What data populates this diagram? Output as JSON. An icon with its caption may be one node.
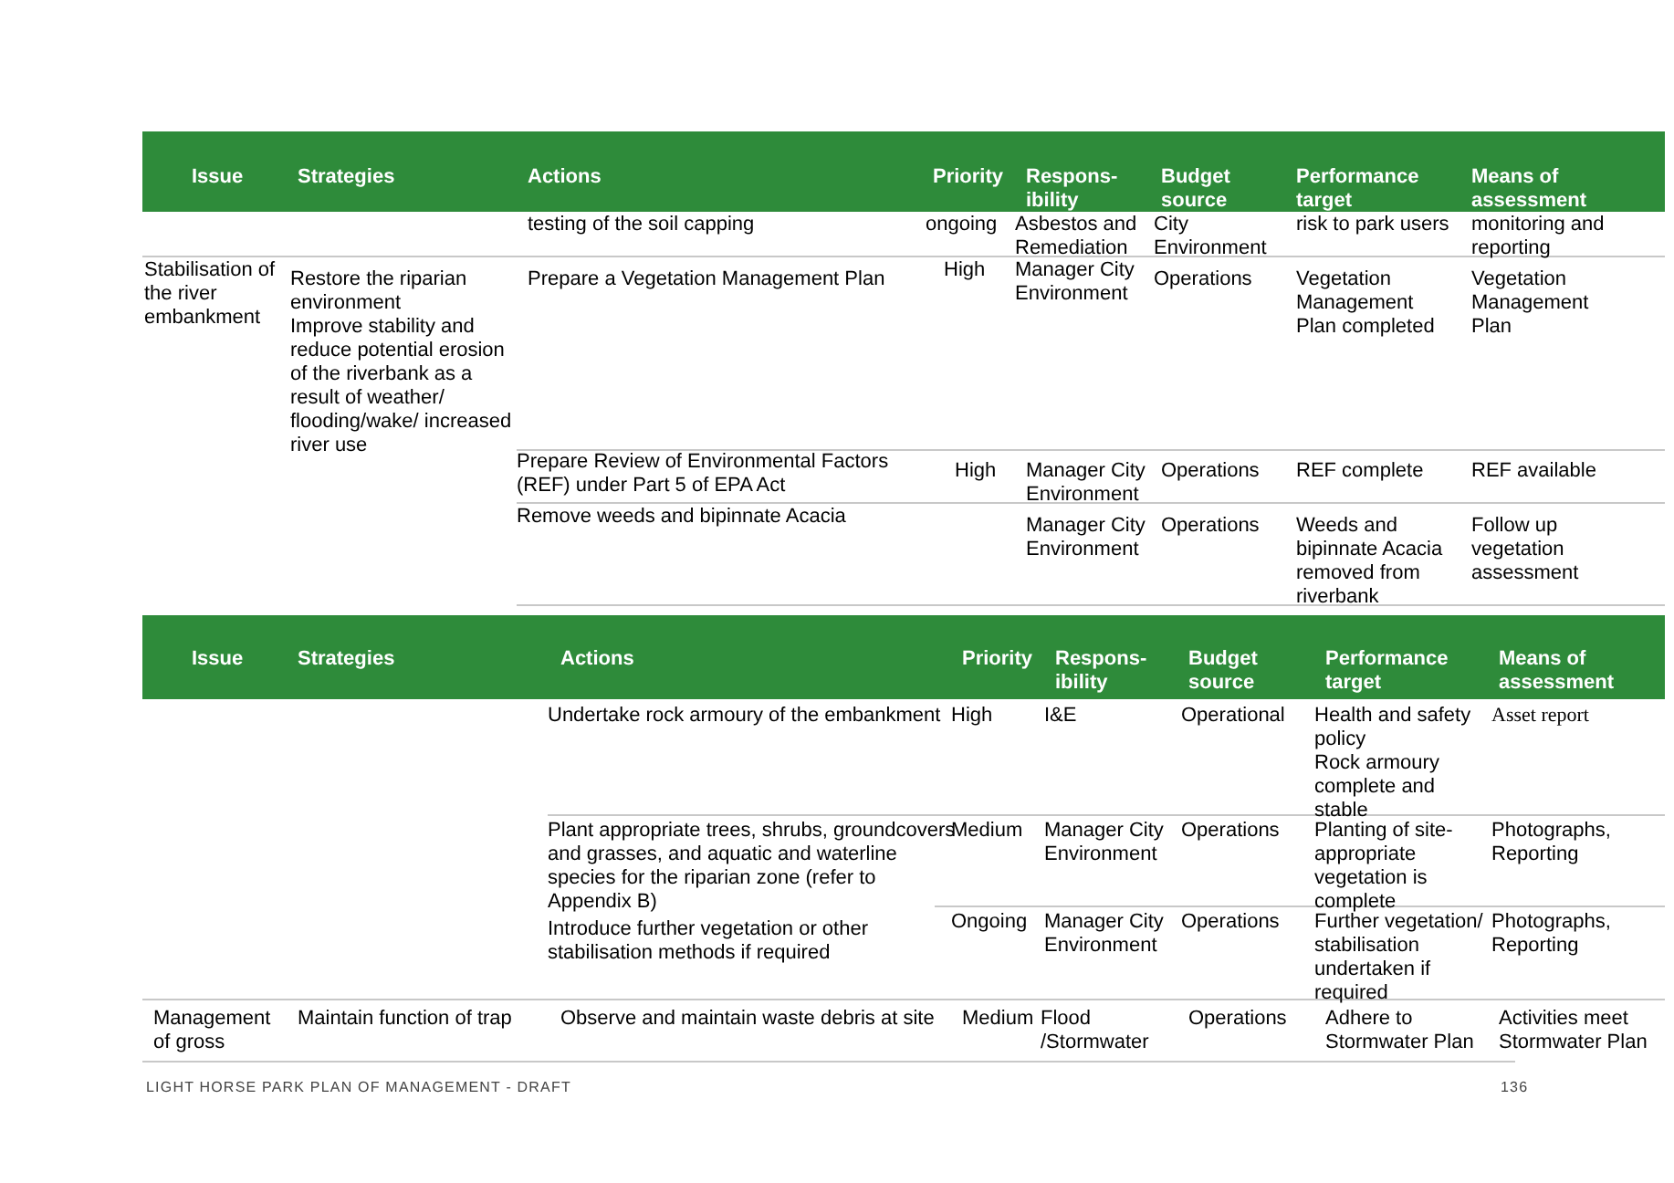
{
  "diagram": {
    "labels": [
      "Issue",
      "Strategies",
      "Actions",
      "Priority",
      "Respons-ibility",
      "Budget source",
      "Performance target",
      "Means of assessment",
      "testing of the soil capping",
      "ongoing",
      "Asbestos and Remediation",
      "City Environment",
      "risk to park users",
      "monitoring and reporting",
      "Stabilisation of the river embankment",
      "Restore the riparian environment",
      "Improve stability and reduce potential erosion of the riverbank as a result of weather/ flooding/wake/ increased river use",
      "Prepare a Vegetation Management Plan",
      "High",
      "Manager City Environment",
      "Operations",
      "Vegetation Management Plan completed",
      "Vegetation Management Plan",
      "Prepare Review of Environmental Factors (REF) under Part 5 of EPA Act",
      "High",
      "Manager City Environment",
      "Operations",
      "REF complete",
      "REF available",
      "Remove weeds and bipinnate Acacia",
      "Manager City Environment",
      "Operations",
      "Weeds and bipinnate Acacia removed from riverbank",
      "Follow up vegetation assessment",
      "Issue",
      "Strategies",
      "Actions",
      "Priority",
      "Respons-ibility",
      "Budget source",
      "Performance target",
      "Means of assessment",
      "Undertake rock armoury of the embankment",
      "High",
      "I&E",
      "Operational",
      "Health and safety policy",
      "Rock armoury complete and stable",
      "Asset report",
      "Plant appropriate trees, shrubs, groundcovers and grasses, and aquatic and waterline species for the riparian zone (refer to Appendix B)",
      "Medium",
      "Manager City Environment",
      "Operations",
      "Planting of site-appropriate vegetation is complete",
      "Photographs, Reporting",
      "Introduce further vegetation or other stabilisation methods if required",
      "Ongoing",
      "Manager City Environment",
      "Operations",
      "Further vegetation/ stabilisation undertaken if required",
      "Photographs, Reporting",
      "Management of gross",
      "Maintain function of trap",
      "Observe and maintain waste debris at site",
      "Medium",
      "Flood /Stormwater",
      "Operations",
      "Adhere to Stormwater Plan",
      "Activities meet Stormwater Plan",
      "LIGHT HORSE PARK PLAN OF MANAGEMENT - DRAFT",
      "136"
    ]
  }
}
